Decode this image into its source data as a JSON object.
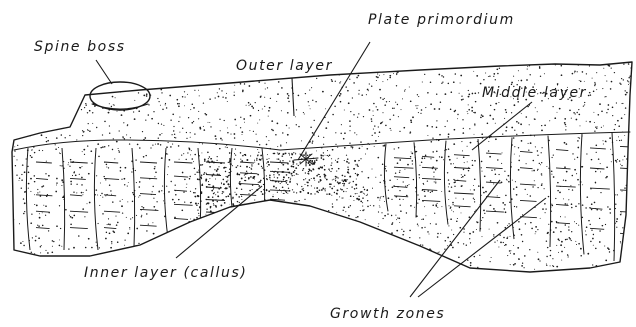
{
  "labels": {
    "spine_boss": "Spine boss",
    "plate_primordium": "Plate primordium",
    "outer_layer": "Outer layer",
    "middle_layer": "Middle layer",
    "inner_layer": "Inner layer (callus)",
    "growth_zones": "Growth zones"
  },
  "colors": {
    "ink": "#1a1a1a",
    "paper": "#ffffff"
  }
}
